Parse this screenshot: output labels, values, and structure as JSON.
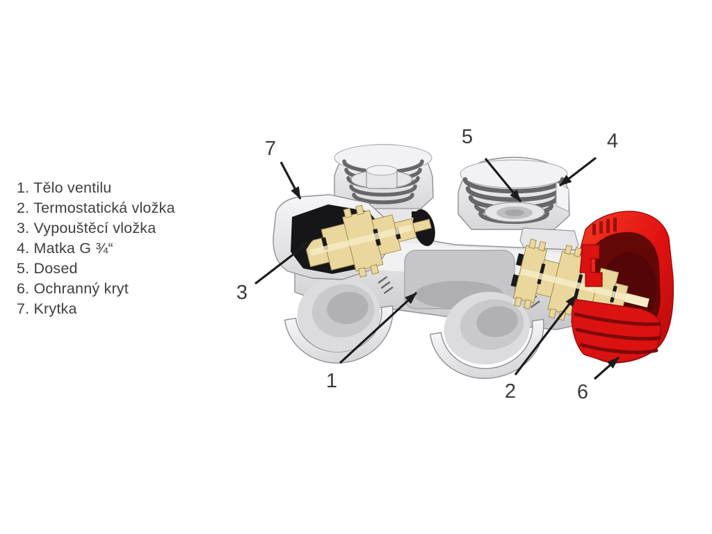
{
  "figure": {
    "background": "#ffffff",
    "kind": "cutaway-parts-diagram"
  },
  "legend": {
    "items": [
      {
        "label": "1. Tělo ventilu"
      },
      {
        "label": "2. Termostatická vložka"
      },
      {
        "label": "3. Vypouštěcí vložka"
      },
      {
        "label": "4. Matka G ¾“"
      },
      {
        "label": "5. Dosed"
      },
      {
        "label": "6. Ochranný kryt"
      },
      {
        "label": "7. Krytka"
      }
    ]
  },
  "callouts": [
    {
      "number": "1"
    },
    {
      "number": "2"
    },
    {
      "number": "3"
    },
    {
      "number": "4"
    },
    {
      "number": "5"
    },
    {
      "number": "6"
    },
    {
      "number": "7"
    }
  ],
  "colors": {
    "body_grey": "#e9e9eb",
    "body_shadow": "#b9b9bd",
    "cavity_black": "#161618",
    "brass": "#e9d79e",
    "cover_red": "#e01212",
    "cover_red_dark": "#630707",
    "text": "#3e3e3e",
    "arrow": "#1c1c1c"
  }
}
